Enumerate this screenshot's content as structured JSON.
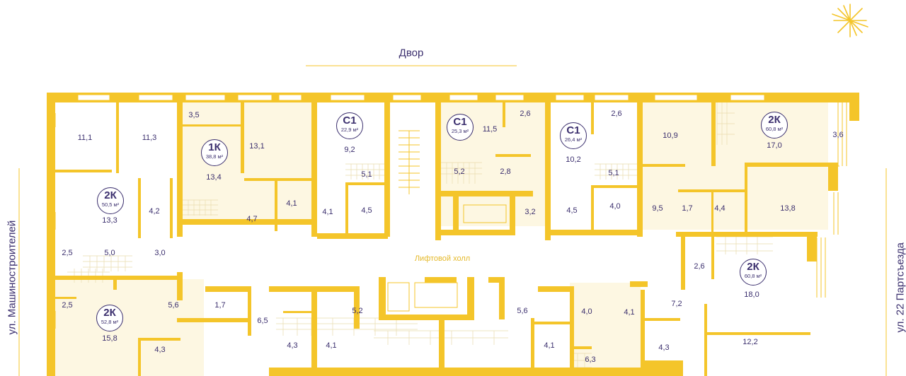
{
  "courtyard_label": "Двор",
  "elevator_hall_label": "Лифтовой холл",
  "streets": {
    "left": "ул. Машиностроителей",
    "right": "ул. 22 Партсъезда"
  },
  "colors": {
    "wall": "#f4c52a",
    "text": "#3b2f6e",
    "fill": "#fdf7e2"
  },
  "apartments": [
    {
      "type": "2К",
      "area": "50,5 м²"
    },
    {
      "type": "1К",
      "area": "38,8 м²"
    },
    {
      "type": "С1",
      "area": "22,9 м²"
    },
    {
      "type": "С1",
      "area": "25,3 м²"
    },
    {
      "type": "С1",
      "area": "26,4 м²"
    },
    {
      "type": "2К",
      "area": "60,8 м²"
    },
    {
      "type": "2К",
      "area": "60,8 м²"
    },
    {
      "type": "2К",
      "area": "52,8 м²"
    }
  ],
  "rooms": [
    "11,1",
    "11,3",
    "3,5",
    "13,1",
    "13,4",
    "4,2",
    "13,3",
    "4,7",
    "4,1",
    "2,5",
    "5,0",
    "3,0",
    "9,2",
    "5,1",
    "4,1",
    "4,5",
    "11,5",
    "2,6",
    "5,2",
    "2,8",
    "3,2",
    "10,2",
    "2,6",
    "5,1",
    "4,5",
    "4,0",
    "10,9",
    "17,0",
    "3,6",
    "9,5",
    "1,7",
    "4,4",
    "13,8",
    "2,6",
    "18,0",
    "7,2",
    "4,1",
    "4,3",
    "12,2",
    "2,5",
    "5,6",
    "1,7",
    "15,8",
    "4,3",
    "6,5",
    "4,3",
    "4,1",
    "5,2",
    "5,6",
    "4,1",
    "4,0",
    "6,3"
  ]
}
